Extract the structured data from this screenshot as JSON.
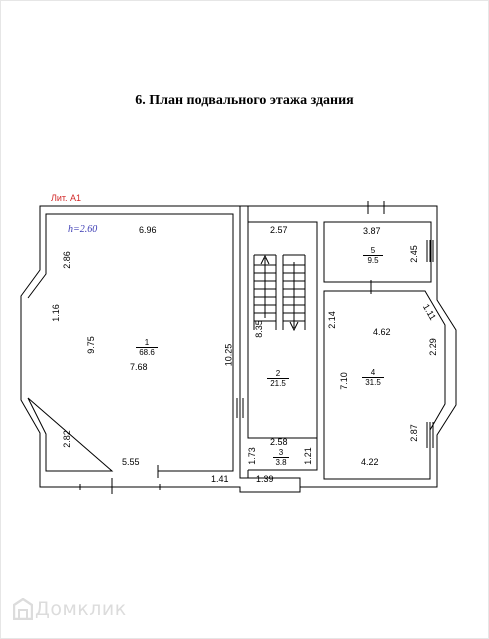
{
  "title": "6. План подвального этажа здания",
  "lit_label": "Лит. А1",
  "ceiling_height": "h=2.60",
  "dimensions": [
    "6.96",
    "2.86",
    "1.16",
    "9.75",
    "7.68",
    "10.25",
    "2.82",
    "5.55",
    "1.41",
    "1.39",
    "2.57",
    "8.35",
    "2.58",
    "1.73",
    "1.21",
    "3.87",
    "2.45",
    "2.14",
    "4.62",
    "1.11",
    "2.29",
    "7.10",
    "2.87",
    "4.22"
  ],
  "rooms": [
    {
      "num": "1",
      "area": "68.6"
    },
    {
      "num": "2",
      "area": "21.5"
    },
    {
      "num": "3",
      "area": "3.8"
    },
    {
      "num": "4",
      "area": "31.5"
    },
    {
      "num": "5",
      "area": "9.5"
    }
  ],
  "watermark": "Домклик",
  "colors": {
    "walls": "#000000",
    "lit_label": "#d22a2a",
    "height_label": "#3c3cb4",
    "watermark": "#dcdcdc"
  }
}
